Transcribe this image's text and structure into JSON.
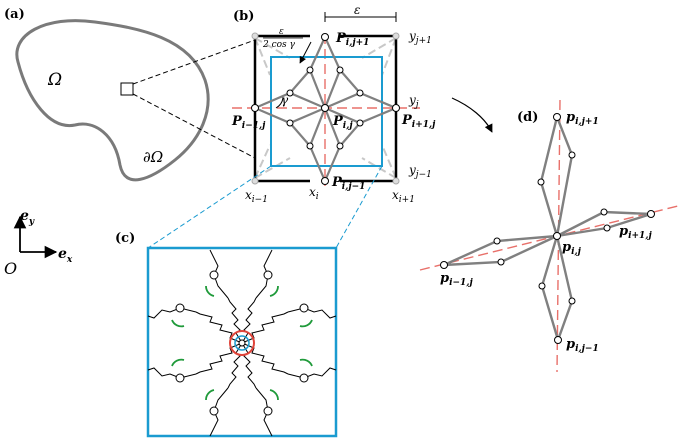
{
  "panels": {
    "a": "(a)",
    "b": "(b)",
    "c": "(c)",
    "d": "(d)"
  },
  "domain": {
    "omega": "Ω",
    "boundary": "∂Ω"
  },
  "axes": {
    "origin": "O",
    "ey": "e",
    "ey_sub": "y",
    "ex": "e",
    "ex_sub": "x"
  },
  "panel_b": {
    "epsilon": "ε",
    "frac_num": "ε",
    "frac_den": "2 cos γ",
    "gamma": "γ",
    "p_top": "P",
    "p_top_sub": "i,j+1",
    "p_left": "P",
    "p_left_sub": "i−1,j",
    "p_center": "P",
    "p_center_sub": "i,j",
    "p_right": "P",
    "p_right_sub": "i+1,j",
    "p_bottom": "P",
    "p_bottom_sub": "i,j−1",
    "y_top": "y",
    "y_top_sub": "j+1",
    "y_mid": "y",
    "y_mid_sub": "j",
    "y_bot": "y",
    "y_bot_sub": "j−1",
    "x_left": "x",
    "x_left_sub": "i−1",
    "x_mid": "x",
    "x_mid_sub": "i",
    "x_right": "x",
    "x_right_sub": "i+1"
  },
  "panel_d": {
    "p_top": "p",
    "p_top_sub": "i,j+1",
    "p_center": "p",
    "p_center_sub": "i,j",
    "p_right": "p",
    "p_right_sub": "i+1,j",
    "p_left": "p",
    "p_left_sub": "i−1,j",
    "p_bottom": "p",
    "p_bottom_sub": "i,j−1"
  },
  "colors": {
    "blue": "#1a9bd0",
    "red": "#e0443a",
    "dashed_red": "#e8706a",
    "green": "#1f9a3a",
    "gray_link": "#808080",
    "light_gray": "#c8c8c8"
  }
}
